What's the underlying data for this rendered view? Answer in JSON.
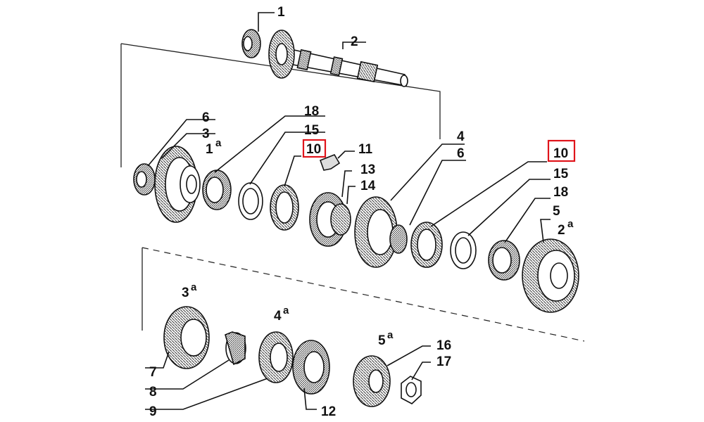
{
  "diagram": {
    "highlight_color": "#e0141b",
    "labels": {
      "p1": "1",
      "p2": "2",
      "p6a": "6",
      "p3a": "3",
      "p1a": "1",
      "p1a_sup": "a",
      "p18a": "18",
      "p15a": "15",
      "p10a": "10",
      "p11": "11",
      "p13": "13",
      "p14": "14",
      "p4a": "4",
      "p6b": "6",
      "p10b": "10",
      "p15b": "15",
      "p18b": "18",
      "p5a": "5",
      "p2a": "2",
      "p2a_sup": "a",
      "p3b": "3",
      "p3b_sup": "a",
      "p4b": "4",
      "p4b_sup": "a",
      "p5b": "5",
      "p5b_sup": "a",
      "p16": "16",
      "p17": "17",
      "p7": "7",
      "p8": "8",
      "p9": "9",
      "p12": "12"
    }
  }
}
